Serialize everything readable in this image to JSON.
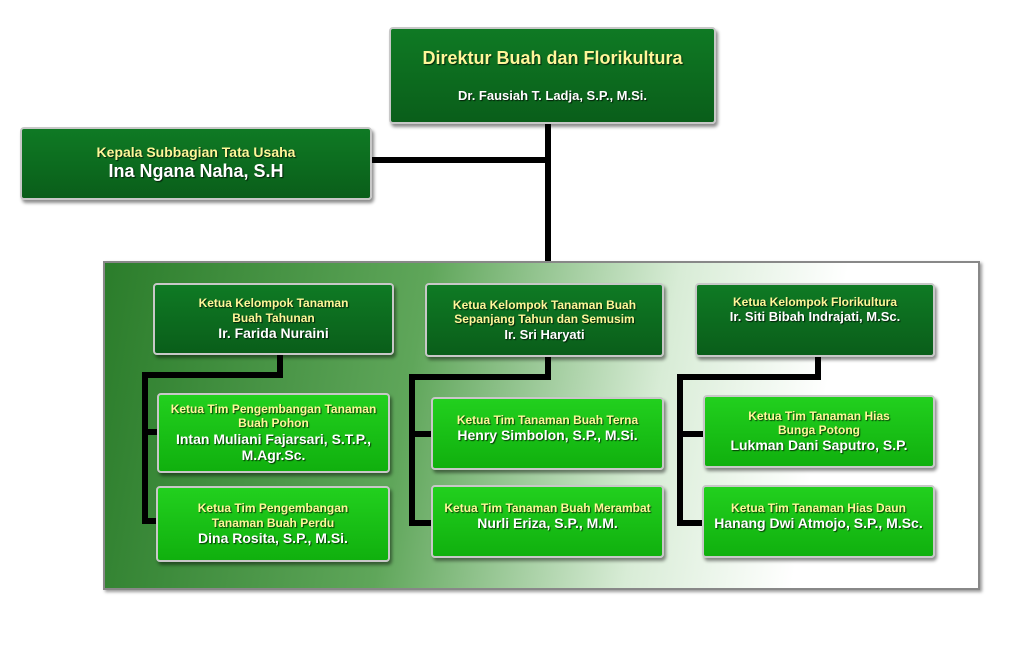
{
  "director": {
    "title": "Direktur Buah dan Florikultura",
    "name": "Dr. Fausiah T. Ladja, S.P., M.Si."
  },
  "admin": {
    "title": "Kepala Subbagian Tata Usaha",
    "name": "Ina Ngana Naha, S.H"
  },
  "groups": [
    {
      "title": "Ketua Kelompok Tanaman Buah Tahunan",
      "name": "Ir. Farida Nuraini",
      "teams": [
        {
          "title": "Ketua Tim Pengembangan Tanaman Buah Pohon",
          "name": "Intan Muliani Fajarsari, S.T.P., M.Agr.Sc."
        },
        {
          "title": "Ketua Tim Pengembangan Tanaman Buah Perdu",
          "name": "Dina Rosita, S.P., M.Si."
        }
      ]
    },
    {
      "title": "Ketua Kelompok Tanaman Buah Sepanjang Tahun dan Semusim",
      "name": "Ir. Sri Haryati",
      "teams": [
        {
          "title": "Ketua Tim Tanaman Buah Terna",
          "name": "Henry Simbolon, S.P., M.Si."
        },
        {
          "title": "Ketua Tim Tanaman Buah Merambat",
          "name": "Nurli Eriza, S.P., M.M."
        }
      ]
    },
    {
      "title": "Ketua Kelompok Florikultura",
      "name": "Ir. Siti Bibah Indrajati, M.Sc.",
      "teams": [
        {
          "title": "Ketua Tim Tanaman Hias Bunga Potong",
          "name": "Lukman Dani Saputro, S.P."
        },
        {
          "title": "Ketua Tim Tanaman Hias Daun",
          "name": "Hanang Dwi Atmojo, S.P., M.Sc."
        }
      ]
    }
  ]
}
